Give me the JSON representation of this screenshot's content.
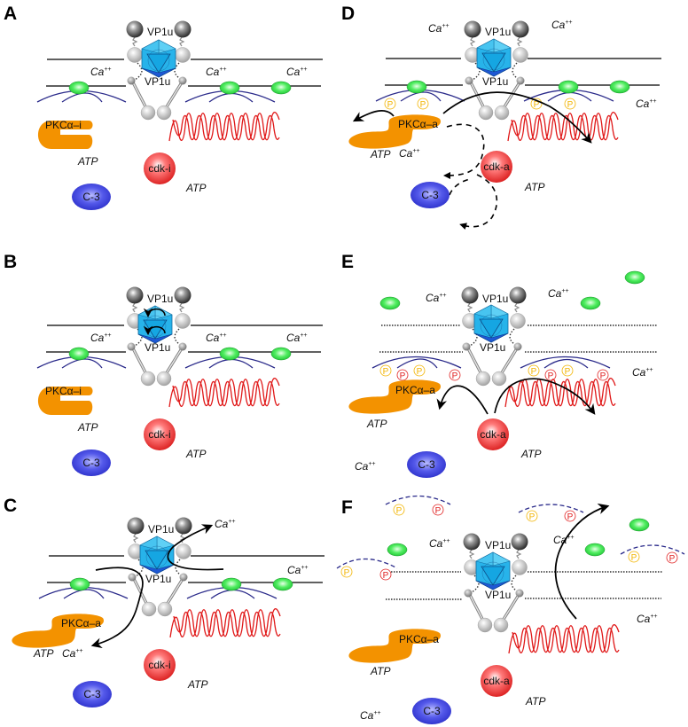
{
  "figure": {
    "description": "Six-panel schematic (A–F) of VP1u-induced signalling at the cell membrane",
    "colors": {
      "pkc": "#f39200",
      "cdk": "#e8202a",
      "c3": "#3a3fd8",
      "capsid": "#2fb6e8",
      "capsid_dark": "#1a5fd0",
      "helix": "#e01818",
      "green_receptor": "#2ee04a",
      "lamina_arc": "#2a2a8a",
      "phospho_yellow": "#f2b400",
      "phospho_red": "#e02020",
      "arrow": "#000000"
    },
    "labels": {
      "vp1u": "VP1u",
      "ca": "Ca",
      "ca_sup": "++",
      "atp": "ATP",
      "c3": "C-3",
      "phospho": "P"
    },
    "panels": [
      {
        "id": "A",
        "label": "A",
        "pkc": "PKCα–i",
        "pkc_state": "inactive",
        "cdk": "cdk-i",
        "membrane": "solid",
        "phospho": false,
        "green_released": false
      },
      {
        "id": "B",
        "label": "B",
        "pkc": "PKCα–i",
        "pkc_state": "inactive",
        "cdk": "cdk-i",
        "membrane": "solid",
        "phospho": false,
        "capsid_rotation": true
      },
      {
        "id": "C",
        "label": "C",
        "pkc": "PKCα–a",
        "pkc_state": "active",
        "cdk": "cdk-i",
        "membrane": "solid",
        "phospho": false,
        "ca_flux_arrows": true
      },
      {
        "id": "D",
        "label": "D",
        "pkc": "PKCα–a",
        "pkc_state": "active",
        "cdk": "cdk-a",
        "membrane": "solid",
        "phospho": "yellow",
        "dashed_cycle": true
      },
      {
        "id": "E",
        "label": "E",
        "pkc": "PKCα–a",
        "pkc_state": "active",
        "cdk": "cdk-a",
        "membrane": "dotted",
        "phospho": "yellow-red",
        "green_released": true
      },
      {
        "id": "F",
        "label": "F",
        "pkc": "PKCα–a",
        "pkc_state": "active",
        "cdk": "cdk-a",
        "membrane": "dotted",
        "phospho": "detached",
        "green_released": true,
        "exit_arrow": true
      }
    ]
  }
}
